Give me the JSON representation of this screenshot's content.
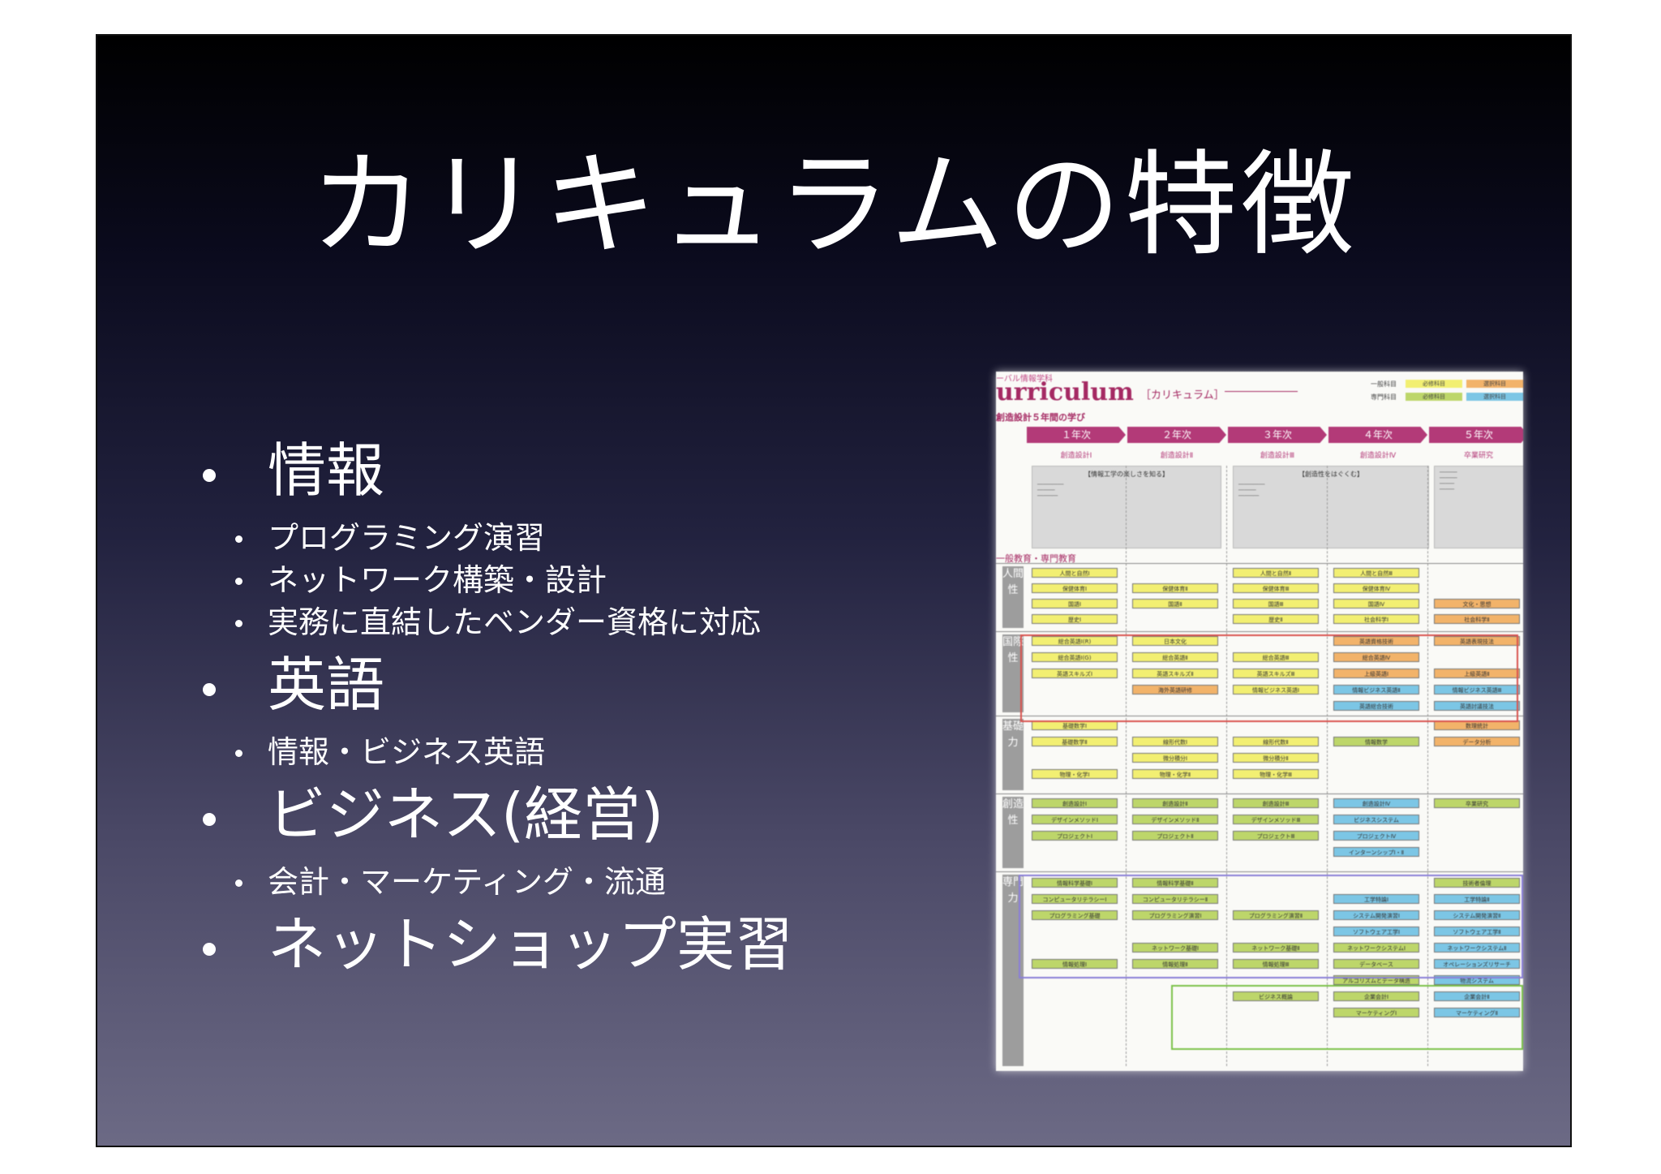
{
  "slide": {
    "title": "カリキュラムの特徴",
    "bullets": [
      {
        "text": "情報",
        "children": [
          "プログラミング演習",
          "ネットワーク構築・設計",
          "実務に直結したベンダー資格に対応"
        ]
      },
      {
        "text": "英語",
        "children": [
          "情報・ビジネス英語"
        ]
      },
      {
        "text": "ビジネス(経営)",
        "children": [
          "会計・マーケティング・流通"
        ]
      },
      {
        "text": "ネットショップ実習",
        "children": []
      }
    ]
  },
  "image": {
    "subtitle": "ーバル情報学科",
    "title": "urriculum",
    "title_jp": "［カリキュラム］",
    "legend": {
      "general": "一般科目",
      "special": "専門科目",
      "required": "必修科目",
      "elective": "選択科目"
    },
    "five_year": "創造設計５年間の学び",
    "years": [
      "１年次",
      "２年次",
      "３年次",
      "４年次",
      "５年次"
    ],
    "year_subs": [
      "創造設計Ⅰ",
      "創造設計Ⅱ",
      "創造設計Ⅲ",
      "創造設計Ⅳ",
      "卒業研究"
    ],
    "box_heads": [
      "【情報工学の楽しさを知る】",
      "【創造性をはぐくむ】"
    ],
    "section": "一般教育・専門教育",
    "categories": [
      "人間性",
      "国際性",
      "基礎力",
      "創造性",
      "専門力"
    ],
    "frame_colors": {
      "international": "#d9534f",
      "it": "#8a7fd8",
      "business": "#7bc24a"
    },
    "courses": {
      "human": [
        [
          "人間と自然Ⅰ",
          "",
          "人間と自然Ⅱ",
          "人間と自然Ⅲ",
          ""
        ],
        [
          "保健体育Ⅰ",
          "保健体育Ⅱ",
          "保健体育Ⅲ",
          "保健体育Ⅳ",
          ""
        ],
        [
          "国語Ⅰ",
          "国語Ⅱ",
          "国語Ⅲ",
          "国語Ⅳ",
          "文化・思想"
        ],
        [
          "歴史Ⅰ",
          "",
          "歴史Ⅱ",
          "社会科学Ⅰ",
          "社会科学Ⅱ"
        ]
      ],
      "intl": [
        [
          "総合英語Ⅰ(R)",
          "日本文化",
          "",
          "英語資格技術",
          "英語表現技法"
        ],
        [
          "総合英語Ⅰ(G)",
          "総合英語Ⅱ",
          "総合英語Ⅲ",
          "総合英語Ⅳ",
          ""
        ],
        [
          "英語スキルズⅠ",
          "英語スキルズⅡ",
          "英語スキルズⅢ",
          "上級英語Ⅰ",
          "上級英語Ⅱ"
        ],
        [
          "",
          "海外英語研修",
          "情報ビジネス英語Ⅰ",
          "情報ビジネス英語Ⅱ",
          "情報ビジネス英語Ⅲ"
        ],
        [
          "",
          "",
          "",
          "英語総合技術",
          "英語討議技法"
        ]
      ],
      "basic": [
        [
          "基礎数学Ⅰ",
          "",
          "",
          "",
          "数理統計"
        ],
        [
          "基礎数学Ⅱ",
          "線形代数Ⅰ",
          "線形代数Ⅱ",
          "情報数学",
          "データ分析"
        ],
        [
          "",
          "微分積分Ⅰ",
          "微分積分Ⅱ",
          "",
          ""
        ],
        [
          "物理・化学Ⅰ",
          "物理・化学Ⅱ",
          "物理・化学Ⅲ",
          "",
          ""
        ]
      ],
      "creative": [
        [
          "創造設計Ⅰ",
          "創造設計Ⅱ",
          "創造設計Ⅲ",
          "創造設計Ⅳ",
          "卒業研究"
        ],
        [
          "デザインメソッドⅠ",
          "デザインメソッドⅡ",
          "デザインメソッドⅢ",
          "ビジネスシステム",
          ""
        ],
        [
          "プロジェクトⅠ",
          "プロジェクトⅡ",
          "プロジェクトⅢ",
          "プロジェクトⅣ",
          ""
        ],
        [
          "",
          "",
          "",
          "インターンシップⅠ・Ⅱ",
          ""
        ]
      ],
      "special": [
        [
          "情報科学基礎Ⅰ",
          "情報科学基礎Ⅱ",
          "",
          "",
          "技術者倫理"
        ],
        [
          "コンピュータリテラシーⅠ",
          "コンピュータリテラシーⅡ",
          "",
          "工学特論Ⅰ",
          "工学特論Ⅱ"
        ],
        [
          "プログラミング基礎",
          "プログラミング演習Ⅰ",
          "プログラミング演習Ⅱ",
          "システム開発演習Ⅰ",
          "システム開発演習Ⅱ"
        ],
        [
          "",
          "",
          "",
          "ソフトウェア工学Ⅰ",
          "ソフトウェア工学Ⅱ"
        ],
        [
          "",
          "ネットワーク基礎Ⅰ",
          "ネットワーク基礎Ⅱ",
          "ネットワークシステムⅠ",
          "ネットワークシステムⅡ"
        ],
        [
          "情報処理Ⅰ",
          "情報処理Ⅱ",
          "情報処理Ⅲ",
          "データベース",
          "オペレーションズリサーチ"
        ],
        [
          "",
          "",
          "",
          "アルゴリズムとデータ構造",
          "物流システム"
        ],
        [
          "",
          "",
          "ビジネス概論",
          "企業会計Ⅰ",
          "企業会計Ⅱ"
        ],
        [
          "",
          "",
          "",
          "マーケティングⅠ",
          "マーケティングⅡ"
        ]
      ]
    }
  }
}
